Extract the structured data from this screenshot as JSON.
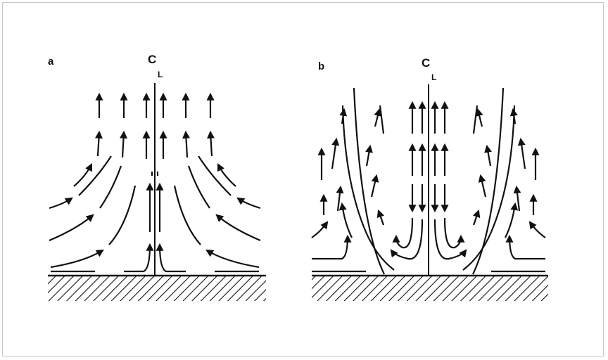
{
  "figure": {
    "panel_a": {
      "label": "a",
      "centerline_c": "C",
      "centerline_l": "L"
    },
    "panel_b": {
      "label": "b",
      "centerline_c": "C",
      "centerline_l": "L"
    },
    "colors": {
      "ink": "#111111",
      "frame": "#c8c8c8",
      "background": "#ffffff"
    }
  }
}
